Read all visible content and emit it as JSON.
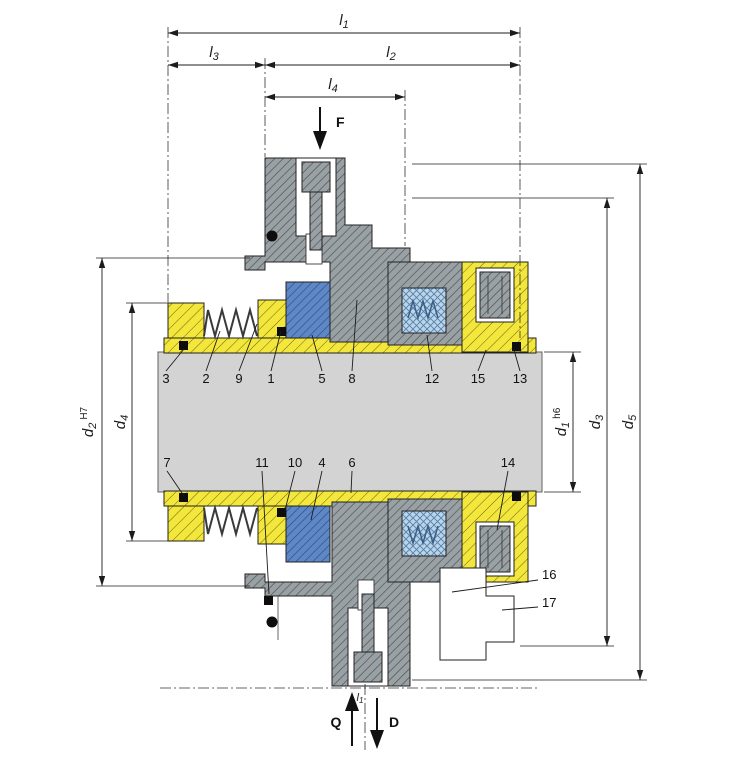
{
  "dim_labels": {
    "l1": {
      "base": "l",
      "sub": "1"
    },
    "l2": {
      "base": "l",
      "sub": "2"
    },
    "l3": {
      "base": "l",
      "sub": "3"
    },
    "l4": {
      "base": "l",
      "sub": "4"
    },
    "d1": {
      "base": "d",
      "sub": "1",
      "tol": "h6"
    },
    "d2": {
      "base": "d",
      "sub": "2",
      "tol": "H7"
    },
    "d3": {
      "base": "d",
      "sub": "3"
    },
    "d4": {
      "base": "d",
      "sub": "4"
    },
    "d5": {
      "base": "d",
      "sub": "5"
    }
  },
  "flow_labels": {
    "flush": "F",
    "quench": "Q",
    "drain": "D"
  },
  "part_numbers": {
    "n1": "1",
    "n2": "2",
    "n3": "3",
    "n4": "4",
    "n5": "5",
    "n6": "6",
    "n7": "7",
    "n8": "8",
    "n9": "9",
    "n10": "10",
    "n11": "11",
    "n12": "12",
    "n13": "13",
    "n14": "14",
    "n15": "15",
    "n16": "16",
    "n17": "17"
  },
  "colors": {
    "sleeve_yellow": "#f3e73b",
    "seal_face_blue": "#5d87c5",
    "seat_light_blue": "#bad4e8",
    "shaft_gray": "#d3d3d3",
    "housing_gray": "#9aa1a5",
    "line": "#1c1c1c"
  }
}
